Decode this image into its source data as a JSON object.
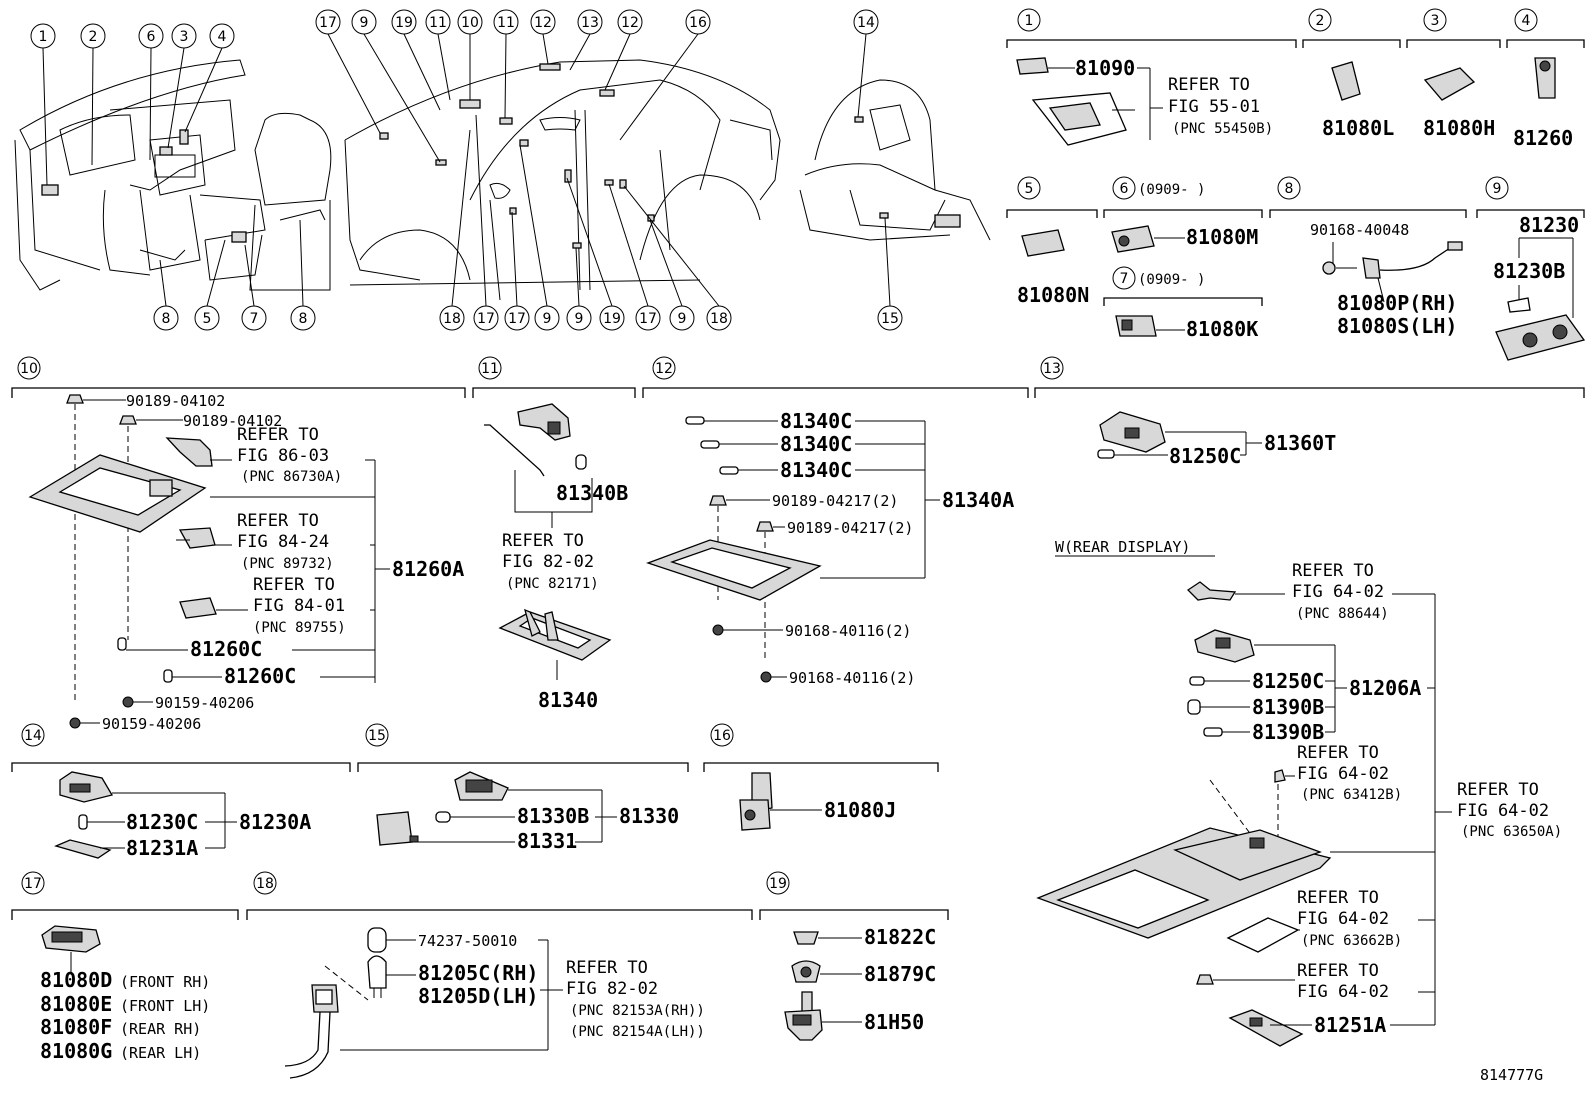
{
  "diagram_id": "814777G",
  "overview": {
    "callouts_car_interior": [
      "1",
      "2",
      "6",
      "3",
      "4",
      "8",
      "5",
      "7",
      "8"
    ],
    "callouts_car_side": [
      "17",
      "9",
      "19",
      "11",
      "10",
      "11",
      "12",
      "13",
      "12",
      "16",
      "18",
      "17",
      "17",
      "9",
      "9",
      "19",
      "17",
      "9",
      "18"
    ],
    "callouts_trunk": [
      "14",
      "15"
    ]
  },
  "sections": {
    "s1": {
      "num": "1",
      "part": "81090",
      "ref": "REFER TO",
      "fig": "FIG 55-01",
      "pnc": "(PNC 55450B)"
    },
    "s2": {
      "num": "2",
      "part": "81080L"
    },
    "s3": {
      "num": "3",
      "part": "81080H"
    },
    "s4": {
      "num": "4",
      "part": "81260"
    },
    "s5": {
      "num": "5",
      "part": "81080N"
    },
    "s6": {
      "num": "6",
      "date": "(0909-     )",
      "part": "81080M"
    },
    "s7": {
      "num": "7",
      "date": "(0909-     )",
      "part": "81080K"
    },
    "s8": {
      "num": "8",
      "screw": "90168-40048",
      "part_rh": "81080P(RH)",
      "part_lh": "81080S(LH)"
    },
    "s9": {
      "num": "9",
      "part": "81230",
      "sub": "81230B"
    },
    "s10": {
      "num": "10",
      "clip1": "90189-04102",
      "clip2": "90189-04102",
      "ref1": "REFER TO",
      "fig1": "FIG 86-03",
      "pnc1": "(PNC 86730A)",
      "ref2": "REFER TO",
      "fig2": "FIG 84-24",
      "pnc2": "(PNC 89732)",
      "ref3": "REFER TO",
      "fig3": "FIG 84-01",
      "pnc3": "(PNC 89755)",
      "bulb1": "81260C",
      "bulb2": "81260C",
      "screw1": "90159-40206",
      "screw2": "90159-40206",
      "assy": "81260A"
    },
    "s11": {
      "num": "11",
      "bulb": "81340B",
      "ref": "REFER TO",
      "fig": "FIG 82-02",
      "pnc": "(PNC 82171)",
      "part": "81340"
    },
    "s12": {
      "num": "12",
      "bulb1": "81340C",
      "bulb2": "81340C",
      "bulb3": "81340C",
      "clip1": "90189-04217(2)",
      "clip2": "90189-04217(2)",
      "screw1": "90168-40116(2)",
      "screw2": "90168-40116(2)",
      "assy": "81340A"
    },
    "s13": {
      "num": "13",
      "bulb": "81250C",
      "assy": "81360T"
    },
    "rear_display": {
      "title": "W(REAR DISPLAY)",
      "ref1": "REFER TO",
      "fig1": "FIG 64-02",
      "pnc1": "(PNC 88644)",
      "bulb1": "81250C",
      "bulb2": "81390B",
      "bulb3": "81390B",
      "assy": "81206A",
      "ref2": "REFER TO",
      "fig2": "FIG 64-02",
      "pnc2": "(PNC 63412B)",
      "ref3": "REFER TO",
      "fig3": "FIG 64-02",
      "pnc3": "(PNC 63650A)",
      "ref4": "REFER TO",
      "fig4": "FIG 64-02",
      "pnc4": "(PNC 63662B)",
      "ref5": "REFER TO",
      "fig5": "FIG 64-02",
      "part": "81251A"
    },
    "s14": {
      "num": "14",
      "bulb": "81230C",
      "lens": "81231A",
      "assy": "81230A"
    },
    "s15": {
      "num": "15",
      "bulb": "81330B",
      "lens": "81331",
      "assy": "81330"
    },
    "s16": {
      "num": "16",
      "part": "81080J"
    },
    "s17": {
      "num": "17",
      "p1": "81080D",
      "d1": "(FRONT RH)",
      "p2": "81080E",
      "d2": "(FRONT LH)",
      "p3": "81080F",
      "d3": "(REAR RH)",
      "p4": "81080G",
      "d4": "(REAR LH)"
    },
    "s18": {
      "num": "18",
      "bulb": "74237-50010",
      "p_rh": "81205C(RH)",
      "p_lh": "81205D(LH)",
      "ref": "REFER TO",
      "fig": "FIG 82-02",
      "pnc1": "(PNC 82153A(RH))",
      "pnc2": "(PNC 82154A(LH))"
    },
    "s19": {
      "num": "19",
      "p1": "81822C",
      "p2": "81879C",
      "p3": "81H50"
    }
  }
}
